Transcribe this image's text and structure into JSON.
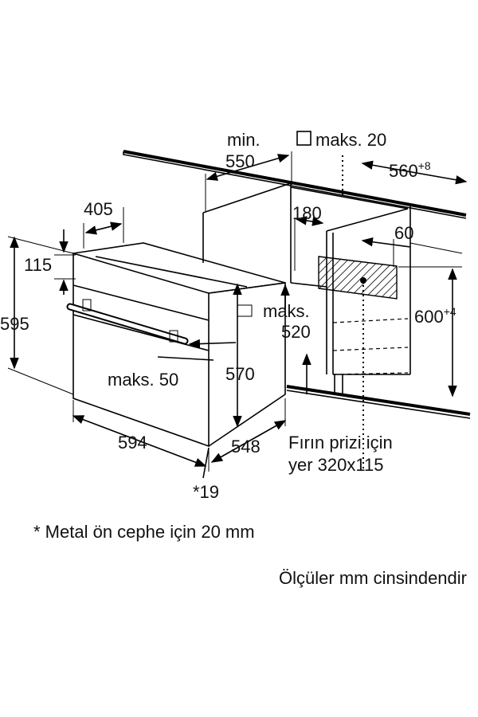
{
  "labels": {
    "min": "min.",
    "d550": "550",
    "maks20": "maks. 20",
    "d560": "560",
    "d560_sup": "+8",
    "d405": "405",
    "d180": "180",
    "d60": "60",
    "d115": "115",
    "d595": "595",
    "maks_a": "maks.",
    "d520": "520",
    "d600": "600",
    "d600_sup": "+4",
    "maks50": "maks. 50",
    "d570": "570",
    "d594": "594",
    "d548": "548",
    "socket_line1": "Fırın prizi için",
    "socket_line2": "yer 320x115",
    "d19": "*19"
  },
  "footnote": "* Metal ön cephe için 20 mm",
  "units_note": "Ölçüler mm cinsindendir"
}
